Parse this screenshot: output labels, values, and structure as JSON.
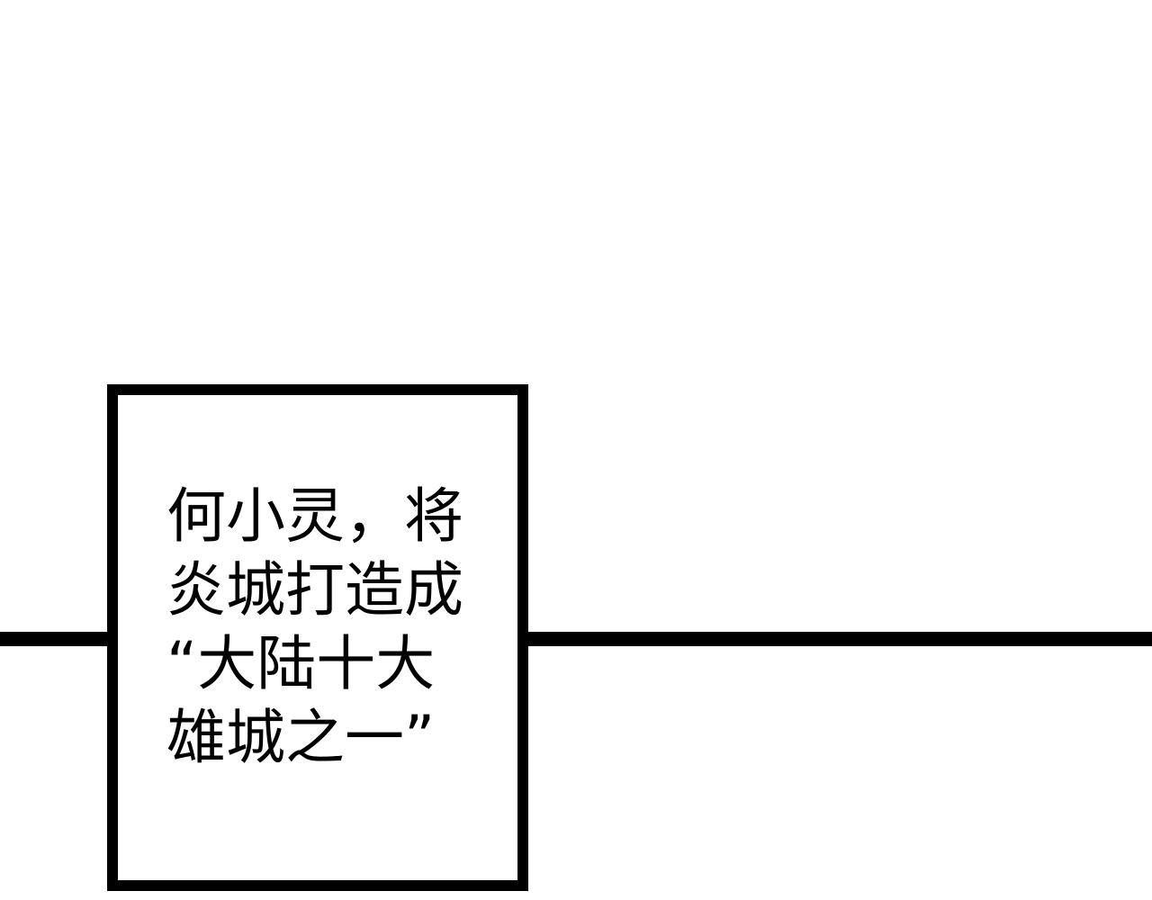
{
  "caption": {
    "lines": [
      "何小灵，将",
      "炎城打造成",
      "“大陆十大",
      "雄城之一”"
    ]
  },
  "colors": {
    "background": "#ffffff",
    "ink": "#000000"
  }
}
